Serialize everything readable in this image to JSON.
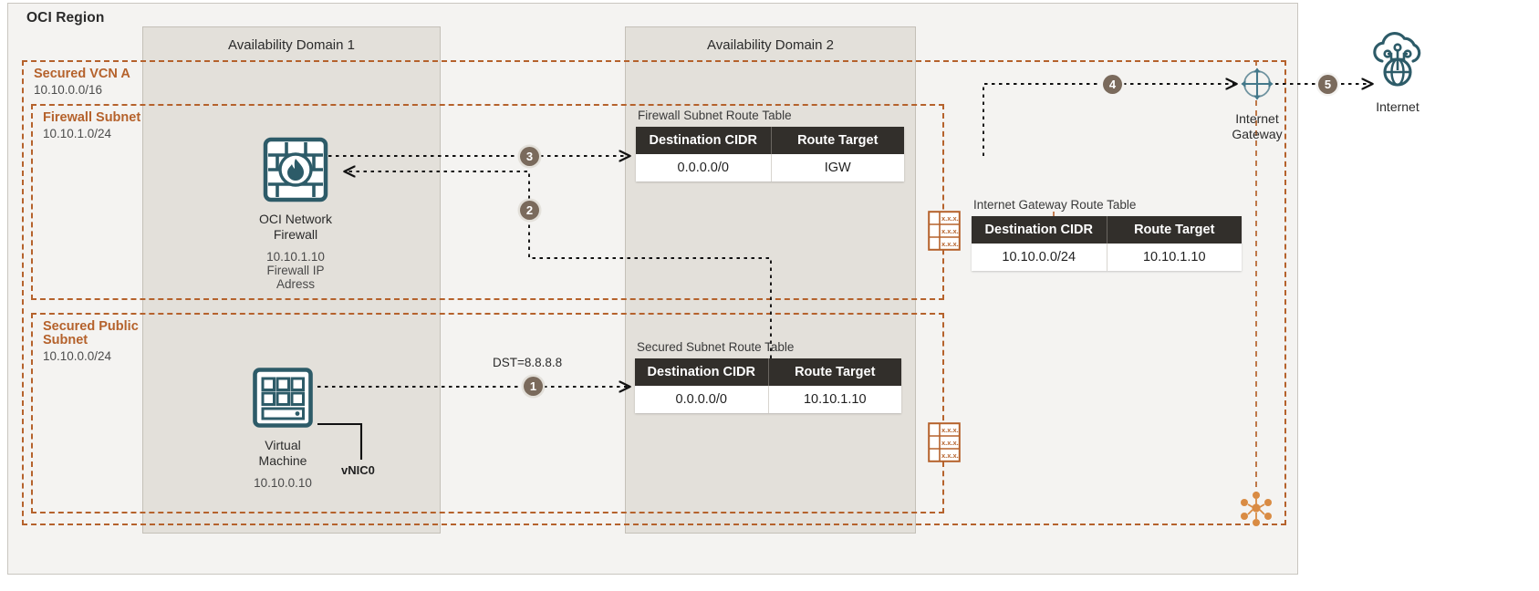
{
  "region": {
    "title": "OCI Region"
  },
  "availability_domains": [
    {
      "label": "Availability Domain 1"
    },
    {
      "label": "Availability Domain 2"
    }
  ],
  "containers": [
    {
      "name": "vcn",
      "label": "Secured VCN A",
      "cidr": "10.10.0.0/16"
    },
    {
      "name": "fwsub",
      "label": "Firewall Subnet",
      "cidr": "10.10.1.0/24"
    },
    {
      "name": "pubsub",
      "label": "Secured Public Subnet",
      "cidr": "10.10.0.0/24"
    }
  ],
  "nodes": {
    "firewall": {
      "icon": "firewall-brick-flame-icon",
      "caption_line1": "OCI Network",
      "caption_line2": "Firewall",
      "ip": "10.10.1.10",
      "sub_line1": "Firewall IP",
      "sub_line2": "Adress"
    },
    "vm": {
      "icon": "virtual-machine-icon",
      "caption_line1": "Virtual",
      "caption_line2": "Machine",
      "ip": "10.10.0.10",
      "vnic_label": "vNIC0"
    },
    "internet_gateway": {
      "icon": "internet-gateway-icon",
      "caption_line1": "Internet",
      "caption_line2": "Gateway"
    },
    "internet": {
      "icon": "internet-cloud-globe-icon",
      "caption": "Internet"
    }
  },
  "route_tables": [
    {
      "name": "firewall-subnet-route-table",
      "title": "Firewall Subnet Route Table",
      "headers": [
        "Destination CIDR",
        "Route Target"
      ],
      "rows": [
        [
          "0.0.0.0/0",
          "IGW"
        ]
      ]
    },
    {
      "name": "internet-gateway-route-table",
      "title": "Internet Gateway Route Table",
      "headers": [
        "Destination CIDR",
        "Route Target"
      ],
      "rows": [
        [
          "10.10.0.0/24",
          "10.10.1.10"
        ]
      ]
    },
    {
      "name": "secured-subnet-route-table",
      "title": "Secured Subnet Route Table",
      "headers": [
        "Destination CIDR",
        "Route Target"
      ],
      "rows": [
        [
          "0.0.0.0/0",
          "10.10.1.10"
        ]
      ]
    }
  ],
  "flow_labels": {
    "dst": "DST=8.8.8.8"
  },
  "steps": [
    {
      "id": "1",
      "number": "1"
    },
    {
      "id": "2",
      "number": "2"
    },
    {
      "id": "3",
      "number": "3"
    },
    {
      "id": "4",
      "number": "4"
    },
    {
      "id": "5",
      "number": "5"
    }
  ],
  "colors": {
    "accent_orange": "#b5622c",
    "icon_teal": "#2d5b68",
    "badge_brown": "#7a6a5c",
    "table_header": "#322f2b",
    "region_bg": "#f4f3f1",
    "ad_bg": "#e3e0da"
  }
}
